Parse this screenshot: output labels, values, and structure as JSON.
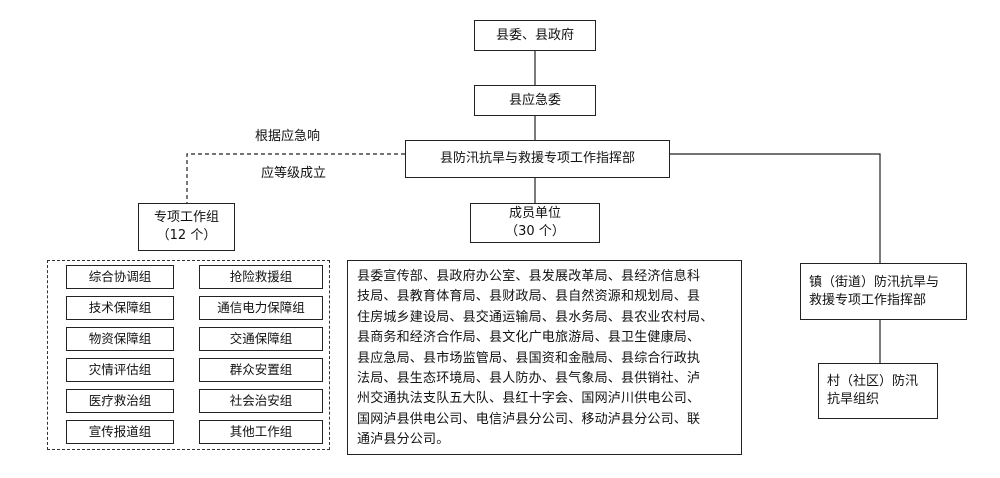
{
  "top": "县委、县政府",
  "emergency": "县应急委",
  "hq": "县防汛抗旱与救援专项工作指挥部",
  "note": {
    "line1": "根据应急响",
    "line2": "应等级成立"
  },
  "working_groups": {
    "title": "专项工作组",
    "count": "（12 个）",
    "left": [
      "综合协调组",
      "技术保障组",
      "物资保障组",
      "灾情评估组",
      "医疗救治组",
      "宣传报道组"
    ],
    "right": [
      "抢险救援组",
      "通信电力保障组",
      "交通保障组",
      "群众安置组",
      "社会治安组",
      "其他工作组"
    ]
  },
  "members": {
    "title": "成员单位",
    "count": "（30 个）",
    "lines": [
      "县委宣传部、县政府办公室、县发展改革局、县经济信息科",
      "技局、县教育体育局、县财政局、县自然资源和规划局、县",
      "住房城乡建设局、县交通运输局、县水务局、县农业农村局、",
      "县商务和经济合作局、县文化广电旅游局、县卫生健康局、",
      "县应急局、县市场监管局、县国资和金融局、县综合行政执",
      "法局、县生态环境局、县人防办、县气象局、县供销社、泸",
      "州交通执法支队五大队、县红十字会、国网泸川供电公司、",
      "国网泸县供电公司、电信泸县分公司、移动泸县分公司、联",
      "通泸县分公司。"
    ]
  },
  "town": "镇（街道）防汛抗旱与\n救援专项工作指挥部",
  "village": "村（社区）防汛\n抗旱组织"
}
